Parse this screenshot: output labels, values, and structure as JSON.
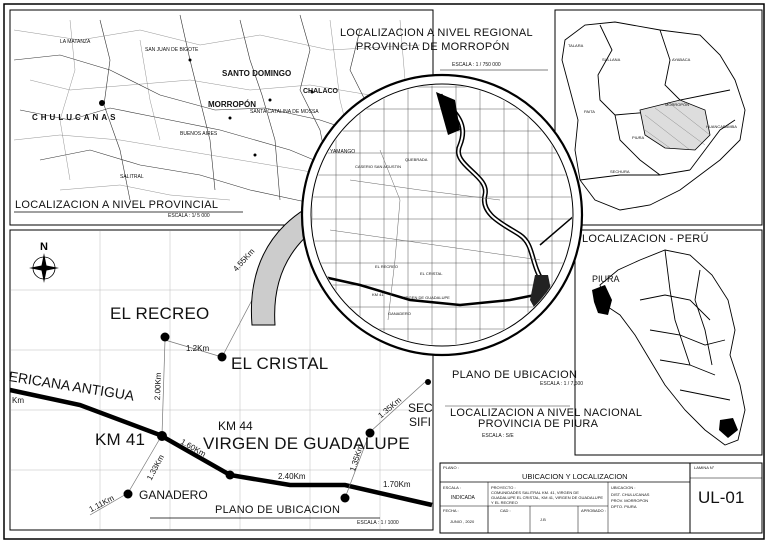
{
  "provincial": {
    "title": "LOCALIZACION A NIVEL PROVINCIAL",
    "scale": "ESCALA : 1/ 5 000",
    "places": [
      "SAN JUAN DE BIGOTE",
      "SANTO DOMINGO",
      "CHALACO",
      "MORROPÓN",
      "CHULUCANAS",
      "SANTA CATALINA DE MOSSA",
      "BUENOS AIRES",
      "YAMANGO",
      "SALITRAL",
      "LA MATANZA"
    ]
  },
  "regional": {
    "title_line1": "LOCALIZACION A NIVEL REGIONAL",
    "title_line2": "PROVINCIA DE MORROPÓN",
    "scale": "ESCALA : 1 / 750 000",
    "provinces": [
      "TALARA",
      "SULLANA",
      "AYABACA",
      "PAITA",
      "MORROPÓN",
      "PIURA",
      "HUANCABAMBA",
      "SECHURA"
    ]
  },
  "peru": {
    "title": "LOCALIZACION - PERÚ",
    "region_label": "PIURA"
  },
  "plan": {
    "title": "PLANO DE UBICACION",
    "scale": "ESCALA : 1 / 1000",
    "places": {
      "recreo": "EL RECREO",
      "cristal": "EL CRISTAL",
      "km41": "KM 41",
      "km44": "KM 44",
      "virgen": "VIRGEN DE GUADALUPE",
      "ganadero": "GANADERO",
      "highway": "ERICANA ANTIGUA",
      "sec": "SEC",
      "sif": "SIFI"
    },
    "distances": {
      "d1": "4.55Km",
      "d2": "1.2Km",
      "d3": "2.00Km",
      "d4": "1.60Km",
      "d5": "1.33Km",
      "d6": "2.40Km",
      "d7": "1.70Km",
      "d8": "1.35Km",
      "d9": "1.35Km",
      "d10": "1.11Km",
      "d11": "Km"
    }
  },
  "circle": {
    "title": "PLANO DE UBICACION",
    "scale": "ESCALA : 1 / 7,500",
    "labels": [
      "EL RECREO",
      "EL CRISTAL",
      "KM 41",
      "VIRGEN DE GUADALUPE",
      "GANADERO",
      "CASERIO SAN AGUSTIN",
      "QUEBRADA"
    ]
  },
  "national": {
    "title_line1": "LOCALIZACION A NIVEL NACIONAL",
    "title_line2": "PROVINCIA DE PIURA",
    "scale": "ESCALA : S/E"
  },
  "titleblock": {
    "plano_label": "PLANO :",
    "plano_value": "UBICACION Y LOCALIZACION",
    "lamina_label": "LAMINA N°",
    "lamina_value": "UL-01",
    "escala_label": "ESCALA :",
    "escala_value": "INDICADA",
    "proyecto_label": "PROYECTO :",
    "proyecto_value": "COMUNIDADES SALITRAL KM. 41, VIRGEN DE GUADALUPE EL CRISTAL, KM 41, VIRGEN DE GUADALUPE Y EL RECREO",
    "ubicacion_label": "UBICACION :",
    "dist": "DIST.  CHULUCANAS",
    "prov": "PROV. MORROPON",
    "dpto": "DPTO.  PIURA",
    "fecha_label": "FECHA :",
    "fecha_value": "JUNIO , 2020",
    "cad_label": "CAD :",
    "cad_value": "J.B",
    "aprobado_label": "APROBADO :"
  }
}
